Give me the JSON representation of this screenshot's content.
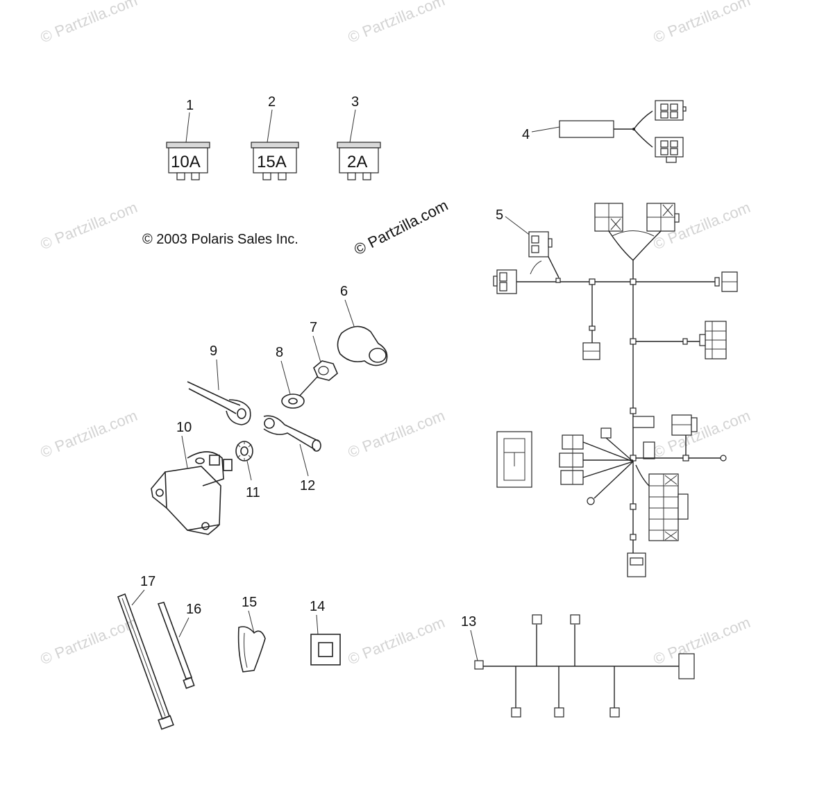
{
  "watermarks": {
    "tile_text": "© Partzilla.com",
    "main_text": "© Partzilla.com"
  },
  "copyright": "© 2003 Polaris Sales Inc.",
  "fuses": [
    {
      "callout": "1",
      "rating": "10A"
    },
    {
      "callout": "2",
      "rating": "15A"
    },
    {
      "callout": "3",
      "rating": "2A"
    }
  ],
  "callouts": {
    "c4": "4",
    "c5": "5",
    "c6": "6",
    "c7": "7",
    "c8": "8",
    "c9": "9",
    "c10": "10",
    "c11": "11",
    "c12": "12",
    "c13": "13",
    "c14": "14",
    "c15": "15",
    "c16": "16",
    "c17": "17"
  }
}
